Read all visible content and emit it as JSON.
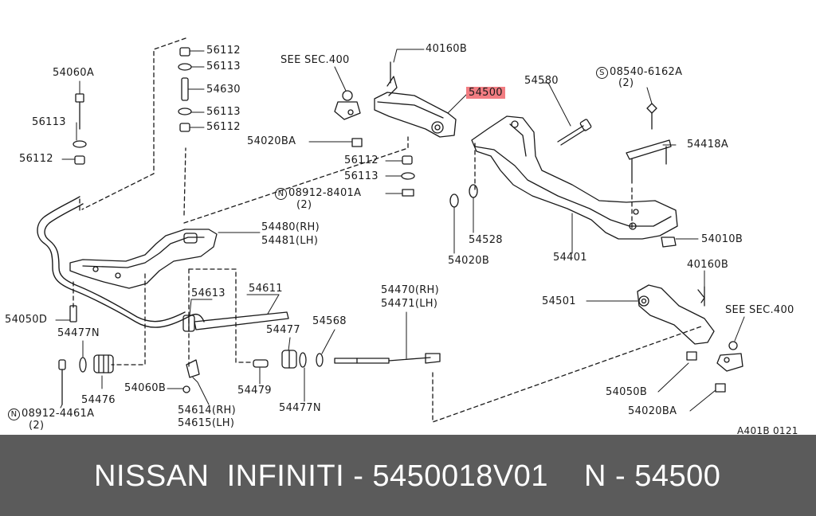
{
  "labels": {
    "p56112a": "56112",
    "p56113a": "56113",
    "p54630": "54630",
    "p56113b": "56113",
    "p56112b": "56112",
    "p54060a": "54060A",
    "p56113c": "56113",
    "p56112c": "56112",
    "seeSecTop": "SEE SEC.400",
    "p40160bTop": "40160B",
    "p54500": "54500",
    "p54020ba": "54020BA",
    "p56112d": "56112",
    "p56113d": "56113",
    "p08912a_code": "08912-8401A",
    "p08912a_qty": "(2)",
    "p54580": "54580",
    "p08540_code": "08540-6162A",
    "p08540_qty": "(2)",
    "p54418a": "54418A",
    "p54480": "54480(RH)",
    "p54481": "54481(LH)",
    "p54528": "54528",
    "p54020b": "54020B",
    "p54401": "54401",
    "p54010b": "54010B",
    "p40160bRight": "40160B",
    "p54611": "54611",
    "p54613": "54613",
    "p54470": "54470(RH)",
    "p54471": "54471(LH)",
    "p54501": "54501",
    "seeSecRight": "SEE SEC.400",
    "p54050d": "54050D",
    "p54477n_a": "54477N",
    "p54477": "54477",
    "p54568": "54568",
    "p54476": "54476",
    "p54060b": "54060B",
    "p54479": "54479",
    "p54477n_b": "54477N",
    "p54614": "54614(RH)",
    "p54615": "54615(LH)",
    "p08912b_code": "08912-4461A",
    "p08912b_qty": "(2)",
    "p54050b": "54050B",
    "p54020ba_b": "54020BA",
    "figCode": "A401B 0121",
    "circN": "N",
    "circS": "S"
  },
  "banner": {
    "brand": "NISSAN  INFINITI - 5450018V01",
    "ref": "N - 54500"
  },
  "colors": {
    "highlight": "#f27d82",
    "banner_bg": "#5b5b5b",
    "banner_text": "#ffffff",
    "line": "#1a1a1a"
  }
}
